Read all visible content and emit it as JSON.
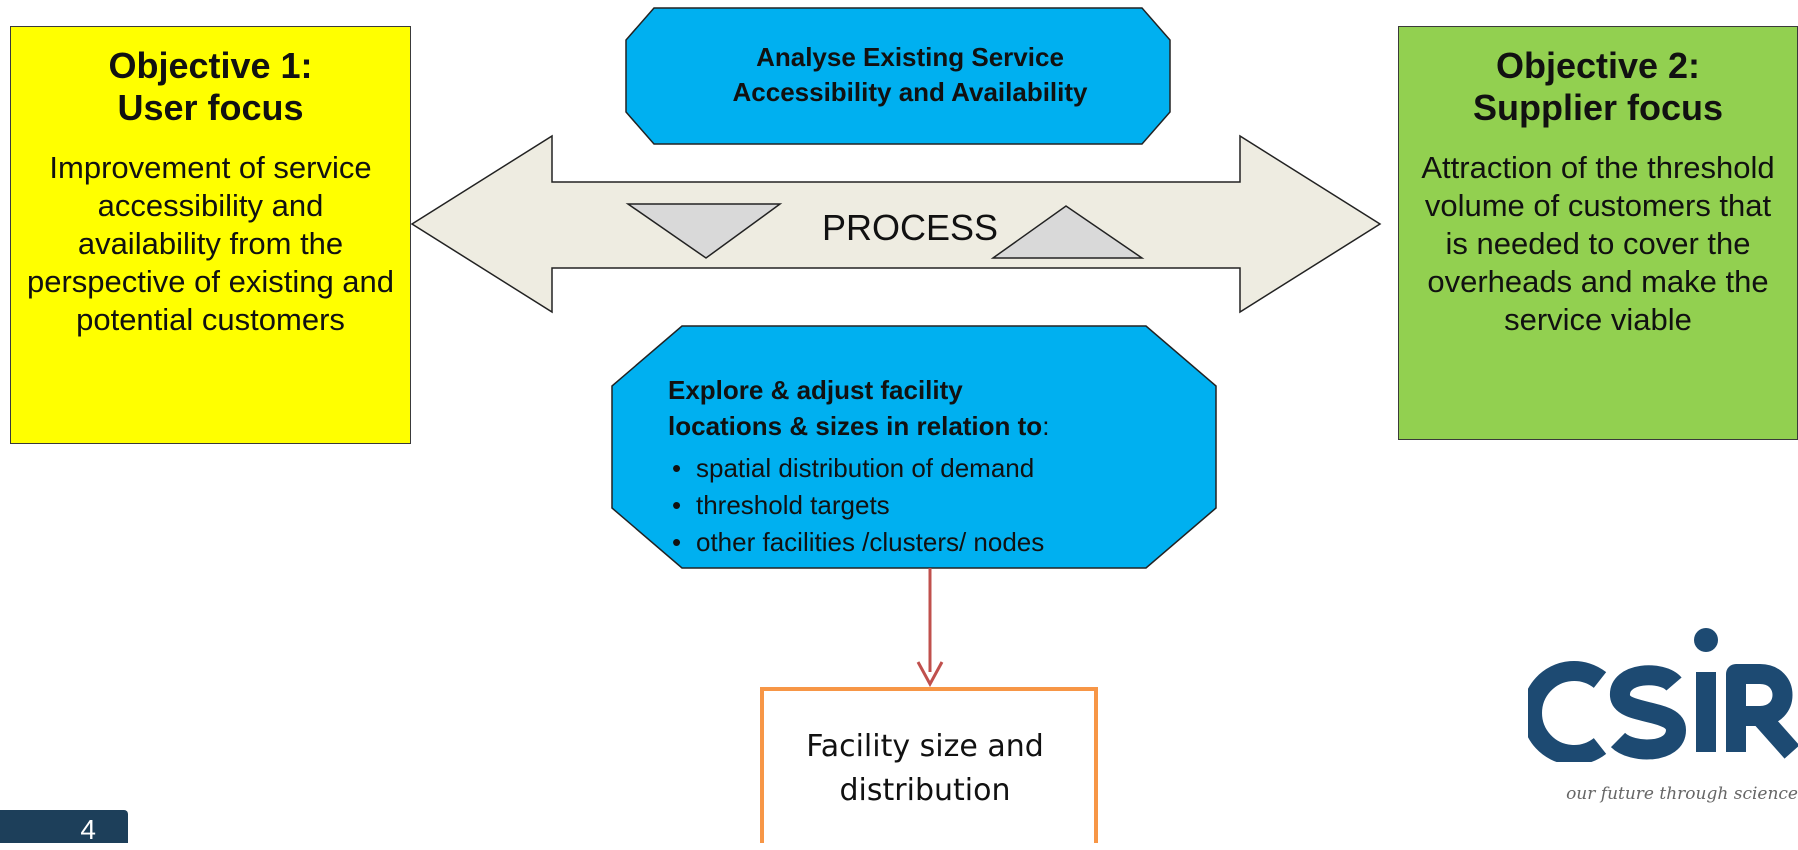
{
  "objective1": {
    "title_line1": "Objective 1:",
    "title_line2": "User focus",
    "body": "Improvement of service accessibility and availability from the perspective of existing and potential customers"
  },
  "objective2": {
    "title_line1": "Objective 2:",
    "title_line2": "Supplier focus",
    "body": "Attraction of the threshold volume of customers that is needed to cover the overheads and make the service viable"
  },
  "analyse_box": {
    "line1": "Analyse Existing Service",
    "line2": "Accessibility and Availability"
  },
  "process_label": "PROCESS",
  "explore_box": {
    "heading_line1": "Explore & adjust facility",
    "heading_line2": "locations & sizes in relation to",
    "heading_suffix": ":",
    "items": [
      "spatial distribution of demand",
      "threshold targets",
      "other facilities /clusters/ nodes"
    ]
  },
  "output_box": {
    "line1": "Facility size and",
    "line2": "distribution"
  },
  "logo": {
    "tagline": "our future through science"
  },
  "page_number": "4",
  "colors": {
    "objective1_fill": "#ffff00",
    "objective2_fill": "#92d050",
    "hexagon_fill": "#00b0f0",
    "arrow_fill": "#eeece1",
    "connector": "#c0504d",
    "output_border": "#f79646",
    "logo": "#1d4a72"
  }
}
